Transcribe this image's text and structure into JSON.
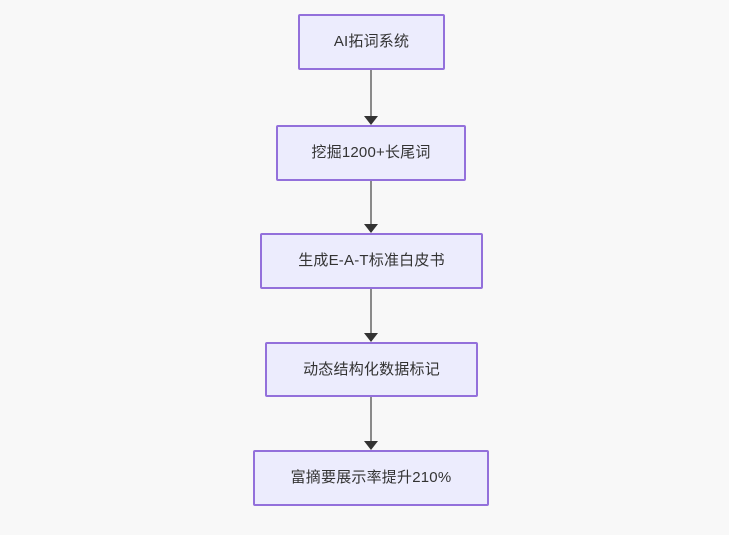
{
  "diagram": {
    "type": "flowchart",
    "direction": "top-to-bottom",
    "background_color": "#f8f8f8",
    "node_fill_color": "#ececfd",
    "node_border_color": "#9370db",
    "node_text_color": "#333333",
    "connector_line_color": "#8a8a8a",
    "connector_arrow_color": "#333333",
    "nodes": [
      {
        "id": "node-1",
        "label": "AI拓词系统"
      },
      {
        "id": "node-2",
        "label": "挖掘1200+长尾词"
      },
      {
        "id": "node-3",
        "label": "生成E-A-T标准白皮书"
      },
      {
        "id": "node-4",
        "label": "动态结构化数据标记"
      },
      {
        "id": "node-5",
        "label": "富摘要展示率提升210%"
      }
    ],
    "edges": [
      {
        "id": "edge-1",
        "from": "node-1",
        "to": "node-2"
      },
      {
        "id": "edge-2",
        "from": "node-2",
        "to": "node-3"
      },
      {
        "id": "edge-3",
        "from": "node-3",
        "to": "node-4"
      },
      {
        "id": "edge-4",
        "from": "node-4",
        "to": "node-5"
      }
    ]
  }
}
